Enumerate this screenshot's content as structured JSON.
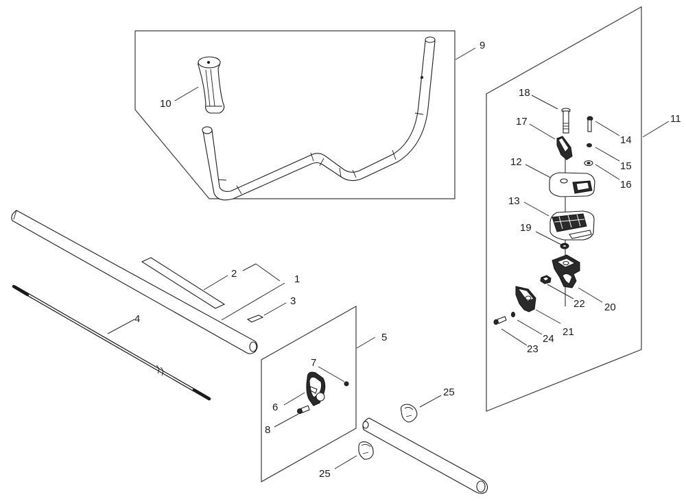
{
  "diagram": {
    "title": "Handle / Shaft Assembly Parts Diagram",
    "callouts": [
      {
        "id": "c1",
        "label": "1"
      },
      {
        "id": "c2",
        "label": "2"
      },
      {
        "id": "c3",
        "label": "3"
      },
      {
        "id": "c4",
        "label": "4"
      },
      {
        "id": "c5",
        "label": "5"
      },
      {
        "id": "c6",
        "label": "6"
      },
      {
        "id": "c7",
        "label": "7"
      },
      {
        "id": "c8",
        "label": "8"
      },
      {
        "id": "c9",
        "label": "9"
      },
      {
        "id": "c10",
        "label": "10"
      },
      {
        "id": "c11",
        "label": "11"
      },
      {
        "id": "c12",
        "label": "12"
      },
      {
        "id": "c13",
        "label": "13"
      },
      {
        "id": "c14",
        "label": "14"
      },
      {
        "id": "c15",
        "label": "15"
      },
      {
        "id": "c16",
        "label": "16"
      },
      {
        "id": "c17",
        "label": "17"
      },
      {
        "id": "c18",
        "label": "18"
      },
      {
        "id": "c19",
        "label": "19"
      },
      {
        "id": "c20",
        "label": "20"
      },
      {
        "id": "c21",
        "label": "21"
      },
      {
        "id": "c22",
        "label": "22"
      },
      {
        "id": "c23",
        "label": "23"
      },
      {
        "id": "c24",
        "label": "24"
      },
      {
        "id": "c25a",
        "label": "25"
      },
      {
        "id": "c25b",
        "label": "25"
      }
    ],
    "colors": {
      "line": "#1a1a1a",
      "background": "#ffffff"
    }
  }
}
